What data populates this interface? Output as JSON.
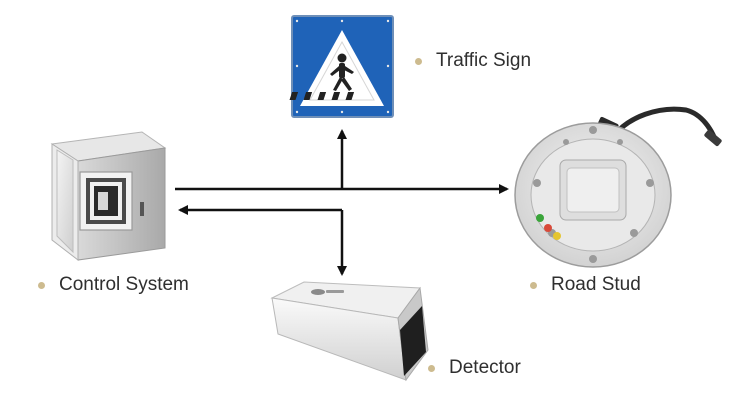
{
  "labels": {
    "traffic_sign": "Traffic Sign",
    "control_system": "Control System",
    "road_stud": "Road Stud",
    "detector": "Detector"
  },
  "colors": {
    "bullet": "#cdbb8f",
    "arrow": "#111111",
    "sign_blue": "#1f63b8",
    "text": "#2f2f2f"
  },
  "icons": {
    "traffic_sign": "pedestrian-crossing-sign-icon",
    "control_system": "control-cabinet-icon",
    "road_stud": "road-stud-icon",
    "detector": "camera-detector-icon"
  }
}
